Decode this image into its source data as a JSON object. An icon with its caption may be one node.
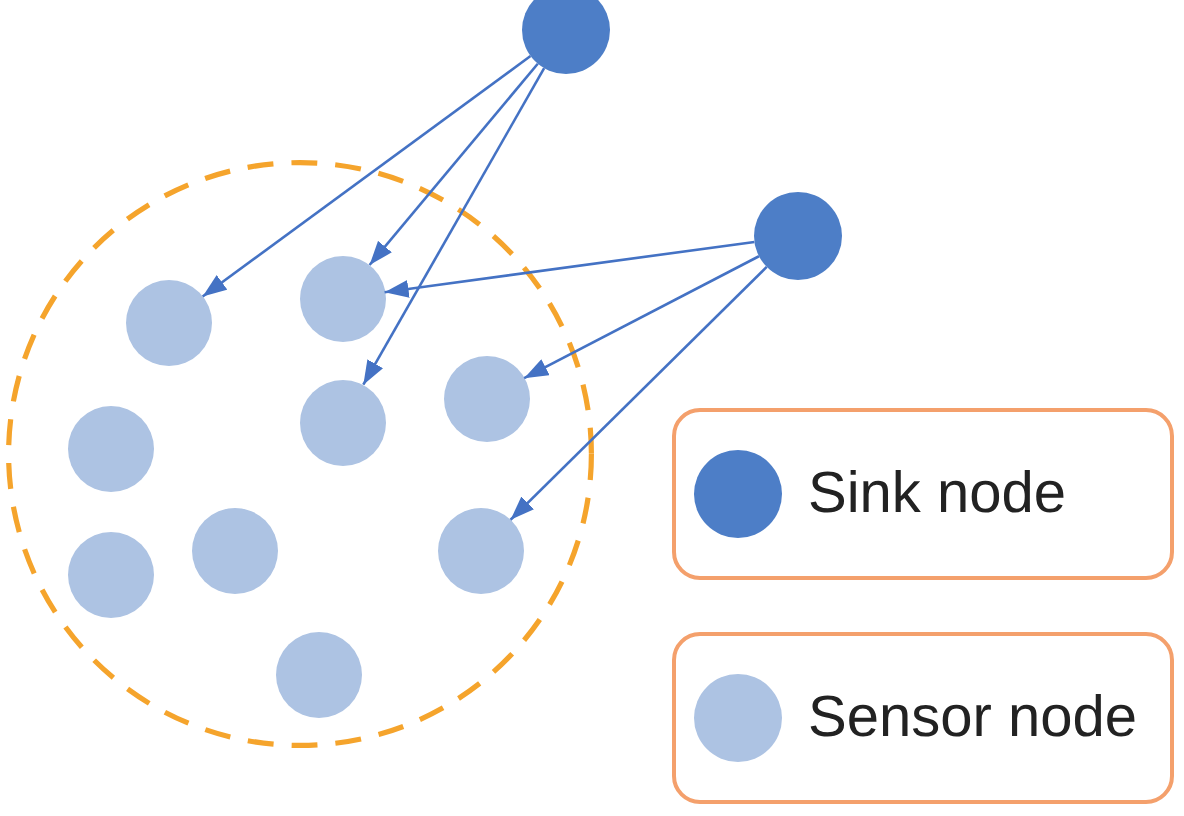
{
  "diagram": {
    "nodes": [
      {
        "text": [],
        "shape": "circle"
      },
      {
        "text": [],
        "shape": "circle"
      },
      {
        "text": [],
        "shape": "circle"
      },
      {
        "text": [],
        "shape": "circle",
        "in": 2
      },
      {
        "text": [],
        "shape": "circle",
        "in": 2
      },
      {
        "text": [],
        "shape": "circle",
        "in": 2
      },
      {
        "text": [],
        "shape": "circle",
        "in": 2
      },
      {
        "text": [],
        "shape": "circle",
        "in": 2
      },
      {
        "text": [],
        "shape": "circle",
        "in": 2
      },
      {
        "text": [],
        "shape": "circle",
        "in": 2
      },
      {
        "text": [],
        "shape": "circle",
        "in": 2
      },
      {
        "text": [],
        "shape": "circle",
        "in": 2
      }
    ],
    "edges": [
      {
        "from": 0,
        "to": 3,
        "arrow": "to"
      },
      {
        "from": 0,
        "to": 4,
        "arrow": "to"
      },
      {
        "from": 0,
        "to": 6,
        "arrow": "to"
      },
      {
        "from": 1,
        "to": 4,
        "arrow": "to"
      },
      {
        "from": 1,
        "to": 7,
        "arrow": "to"
      },
      {
        "from": 1,
        "to": 10,
        "arrow": "to"
      }
    ],
    "legend": [
      {
        "text": "Sink node",
        "color": "#4d7ec7"
      },
      {
        "text": "Sensor node",
        "color": "#adc3e3"
      }
    ]
  }
}
